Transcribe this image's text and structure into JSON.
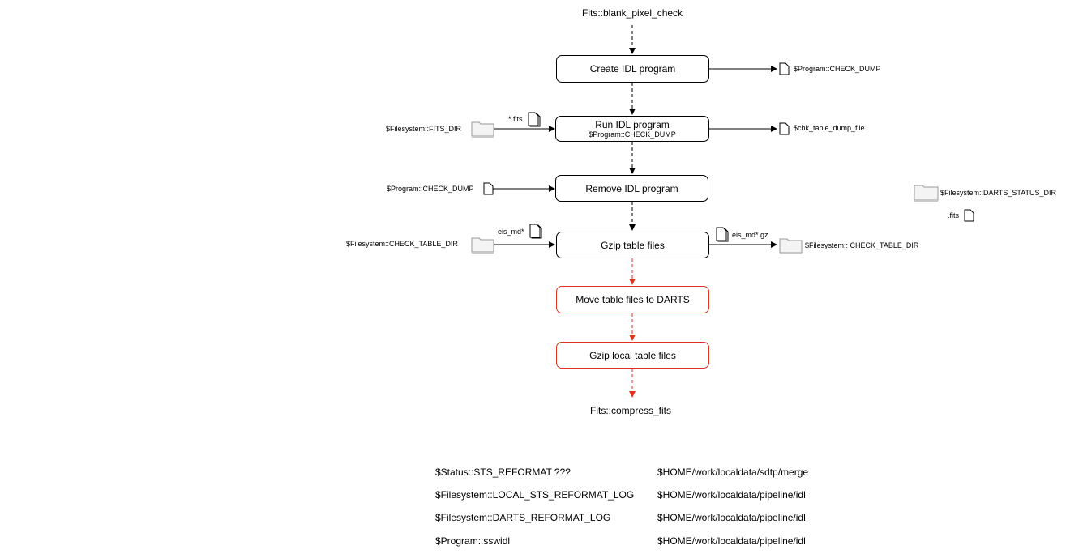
{
  "start_node": "Fits::blank_pixel_check",
  "end_node": "Fits::compress_fits",
  "steps": [
    {
      "label": "Create IDL program",
      "sublabel": "",
      "status": "normal"
    },
    {
      "label": "Run IDL program",
      "sublabel": "$Program::CHECK_DUMP",
      "status": "normal"
    },
    {
      "label": "Remove IDL program",
      "sublabel": "",
      "status": "normal"
    },
    {
      "label": "Gzip table files",
      "sublabel": "",
      "status": "normal"
    },
    {
      "label": "Move table files to DARTS",
      "sublabel": "",
      "status": "highlight"
    },
    {
      "label": "Gzip local table files",
      "sublabel": "",
      "status": "highlight"
    }
  ],
  "inputs": {
    "fits_dir": "$Filesystem::FITS_DIR",
    "fits_file": "*.fits",
    "program_check_dump": "$Program::CHECK_DUMP",
    "check_table_dir": "$Filesystem::CHECK_TABLE_DIR",
    "eis_md_file": "eis_md*"
  },
  "outputs": {
    "program_check_dump": "$Program::CHECK_DUMP",
    "chk_table_dump_file": "$chk_table_dump_file",
    "eis_md_gz": "eis_md*.gz",
    "check_table_dir": "$Filesystem:: CHECK_TABLE_DIR"
  },
  "side_items": {
    "darts_status_dir": "$Filesystem::DARTS_STATUS_DIR",
    "fits_file": ".fits"
  },
  "legend": [
    {
      "name": "$Status::STS_REFORMAT ???",
      "path": "$HOME/work/localdata/sdtp/merge"
    },
    {
      "name": "$Filesystem::LOCAL_STS_REFORMAT_LOG",
      "path": "$HOME/work/localdata/pipeline/idl"
    },
    {
      "name": "$Filesystem::DARTS_REFORMAT_LOG",
      "path": "$HOME/work/localdata/pipeline/idl"
    },
    {
      "name": "$Program::sswidl",
      "path": "$HOME/work/localdata/pipeline/idl"
    }
  ],
  "colors": {
    "normal": "#000000",
    "highlight": "#e0321e"
  }
}
